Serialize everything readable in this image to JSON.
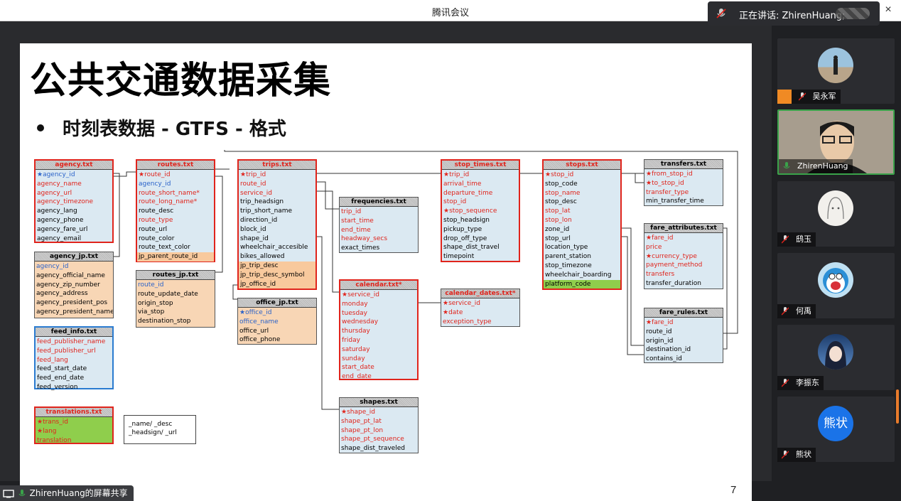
{
  "window": {
    "title": "腾讯会议",
    "close_icon": "×"
  },
  "speaking": {
    "text": "正在讲话: ZhirenHuang;"
  },
  "slide": {
    "title": "公共交通数据采集",
    "bullet": "时刻表数据 - GTFS - 格式",
    "page_number": "7",
    "note": {
      "line1": "_name/ _desc",
      "line2": "_headsign/ _url"
    },
    "tables": {
      "agency": {
        "name": "agency.txt",
        "rows": [
          "★agency_id",
          "agency_name",
          "agency_url",
          "agency_timezone",
          "agency_lang",
          "agency_phone",
          "agency_fare_url",
          "agency_email"
        ]
      },
      "agency_jp": {
        "name": "agency_jp.txt",
        "rows": [
          "agency_id",
          "agency_official_name",
          "agency_zip_number",
          "agency_address",
          "agency_president_pos",
          "agency_president_name"
        ]
      },
      "feed_info": {
        "name": "feed_info.txt",
        "rows": [
          "feed_publisher_name",
          "feed_publisher_url",
          "feed_lang",
          "feed_start_date",
          "feed_end_date",
          "feed_version"
        ]
      },
      "translations": {
        "name": "translations.txt",
        "rows": [
          "★trans_id",
          "★lang",
          "translation"
        ]
      },
      "routes": {
        "name": "routes.txt",
        "rows": [
          "★route_id",
          "agency_id",
          "route_short_name*",
          "route_long_name*",
          "route_desc",
          "route_type",
          "route_url",
          "route_color",
          "route_text_color",
          "jp_parent_route_id"
        ]
      },
      "routes_jp": {
        "name": "routes_jp.txt",
        "rows": [
          "route_id",
          "route_update_date",
          "origin_stop",
          "via_stop",
          "destination_stop"
        ]
      },
      "trips": {
        "name": "trips.txt",
        "rows": [
          "★trip_id",
          "route_id",
          "service_id",
          "trip_headsign",
          "trip_short_name",
          "direction_id",
          "block_id",
          "shape_id",
          "wheelchair_accesible",
          "bikes_allowed",
          "jp_trip_desc",
          "jp_trip_desc_symbol",
          "jp_office_id"
        ]
      },
      "office_jp": {
        "name": "office_jp.txt",
        "rows": [
          "★office_id",
          "office_name",
          "office_url",
          "office_phone"
        ]
      },
      "frequencies": {
        "name": "frequencies.txt",
        "rows": [
          "trip_id",
          "start_time",
          "end_time",
          "headway_secs",
          "exact_times"
        ]
      },
      "calendar": {
        "name": "calendar.txt*",
        "rows": [
          "★service_id",
          "monday",
          "tuesday",
          "wednesday",
          "thursday",
          "friday",
          "saturday",
          "sunday",
          "start_date",
          "end_date"
        ]
      },
      "shapes": {
        "name": "shapes.txt",
        "rows": [
          "★shape_id",
          "shape_pt_lat",
          "shape_pt_lon",
          "shape_pt_sequence",
          "shape_dist_traveled"
        ]
      },
      "stop_times": {
        "name": "stop_times.txt",
        "rows": [
          "★trip_id",
          "arrival_time",
          "departure_time",
          "stop_id",
          "★stop_sequence",
          "stop_headsign",
          "pickup_type",
          "drop_off_type",
          "shape_dist_travel",
          "timepoint"
        ]
      },
      "calendar_dates": {
        "name": "calendar_dates.txt*",
        "rows": [
          "★service_id",
          "★date",
          "exception_type"
        ]
      },
      "stops": {
        "name": "stops.txt",
        "rows": [
          "★stop_id",
          "stop_code",
          "stop_name",
          "stop_desc",
          "stop_lat",
          "stop_lon",
          "zone_id",
          "stop_url",
          "location_type",
          "parent_station",
          "stop_timezone",
          "wheelchair_boarding",
          "platform_code"
        ]
      },
      "transfers": {
        "name": "transfers.txt",
        "rows": [
          "★from_stop_id",
          "★to_stop_id",
          "transfer_type",
          "min_transfer_time"
        ]
      },
      "fare_attributes": {
        "name": "fare_attributes.txt",
        "rows": [
          "★fare_id",
          "price",
          "★currency_type",
          "payment_method",
          "transfers",
          "transfer_duration"
        ]
      },
      "fare_rules": {
        "name": "fare_rules.txt",
        "rows": [
          "★fare_id",
          "route_id",
          "origin_id",
          "destination_id",
          "contains_id"
        ]
      }
    }
  },
  "participants": [
    {
      "name": "吴永军",
      "icon": "mic-muted-icon"
    },
    {
      "name": "ZhirenHuang",
      "icon": "mic-active-icon"
    },
    {
      "name": "鸱玉",
      "icon": "mic-muted-icon"
    },
    {
      "name": "何禹",
      "icon": "mic-muted-icon"
    },
    {
      "name": "李振东",
      "icon": "mic-muted-icon"
    },
    {
      "name": "熊状",
      "icon": "mic-muted-icon",
      "avatar_text": "熊状"
    }
  ],
  "share": {
    "label": "ZhirenHuang的屏幕共享"
  },
  "colors": {
    "accent": "#3aa34a",
    "required_field": "#e0241c",
    "avatar_blue": "#1a73e8"
  }
}
